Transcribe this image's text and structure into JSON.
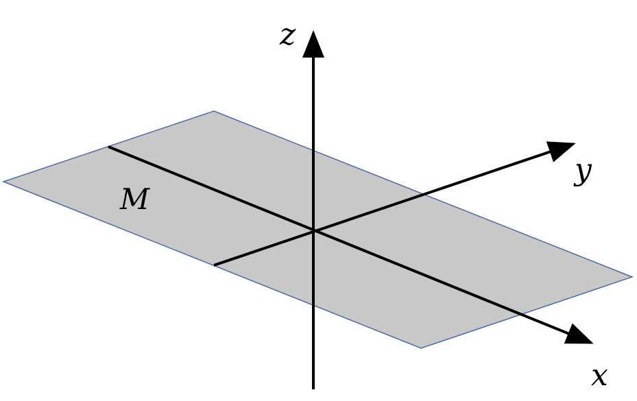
{
  "diagram": {
    "plane_label": "M",
    "axes": {
      "x_label": "x",
      "y_label": "y",
      "z_label": "z"
    },
    "colors": {
      "plane_fill": "#c8c8c8",
      "plane_edge": "#4a6aa5",
      "axis": "#000000",
      "background": "#ffffff"
    }
  }
}
